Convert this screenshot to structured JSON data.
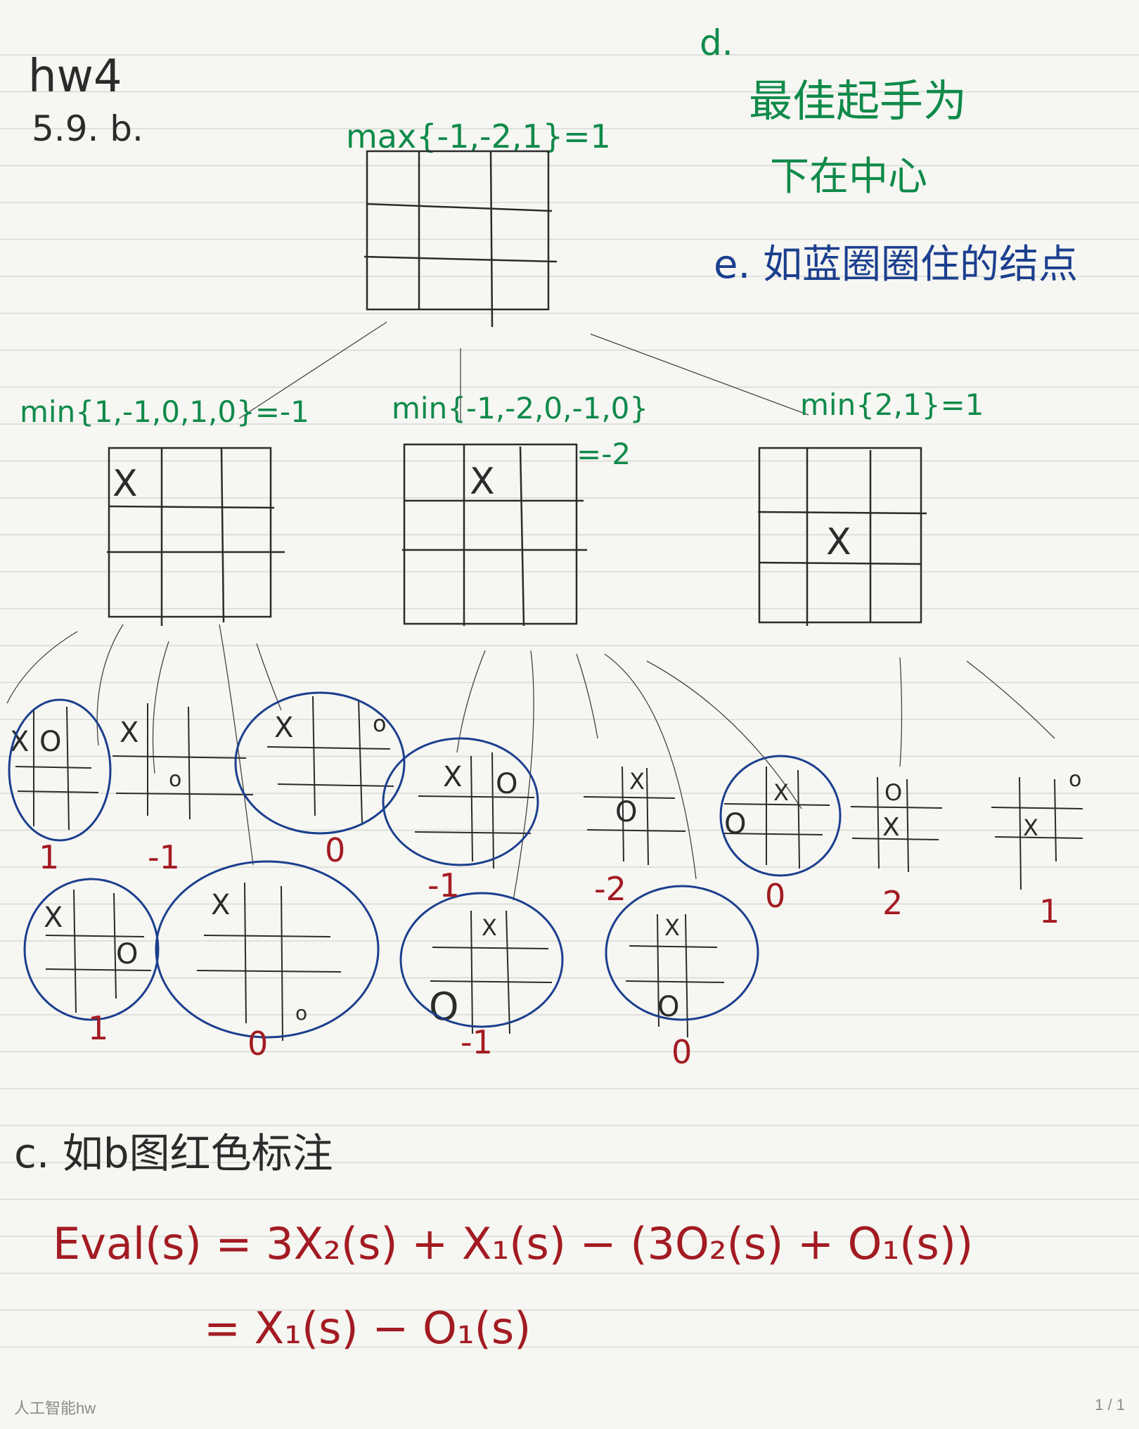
{
  "header": {
    "hw_title": "hw4",
    "section_label": "5.9. b."
  },
  "tree": {
    "root_label": "max{-1,-2,1}=1",
    "children": [
      {
        "label": "min{1,-1,0,1,0}=-1",
        "mark": "X"
      },
      {
        "label": "min{-1,-2,0,-1,0}",
        "label_extra": "=-2",
        "mark": "X"
      },
      {
        "label": "min{2,1}=1",
        "mark": "X"
      }
    ],
    "leaf_values_row1": [
      "1",
      "-1",
      "0",
      "-1",
      "-2",
      "0",
      "2",
      "1"
    ],
    "leaf_values_row2": [
      "1",
      "0",
      "-1",
      "0"
    ]
  },
  "notes_right": {
    "d_label": "d.",
    "d_line1": "最佳起手为",
    "d_line2": "下在中心",
    "e_line": "e. 如蓝圈圈住的结点"
  },
  "section_c": {
    "line": "c. 如b图红色标注",
    "eval_line1": "Eval(s) = 3X₂(s) + X₁(s) − (3O₂(s) + O₁(s))",
    "eval_line2": "= X₁(s) − O₁(s)"
  },
  "footer": {
    "title": "人工智能hw",
    "page": "1 / 1"
  },
  "colors": {
    "ink": "#2b2b2b",
    "green": "#0f8a4a",
    "blue": "#1b3f8e",
    "red": "#a31b22",
    "paper": "#f6f6f2",
    "rule": "#d9d9d4"
  }
}
